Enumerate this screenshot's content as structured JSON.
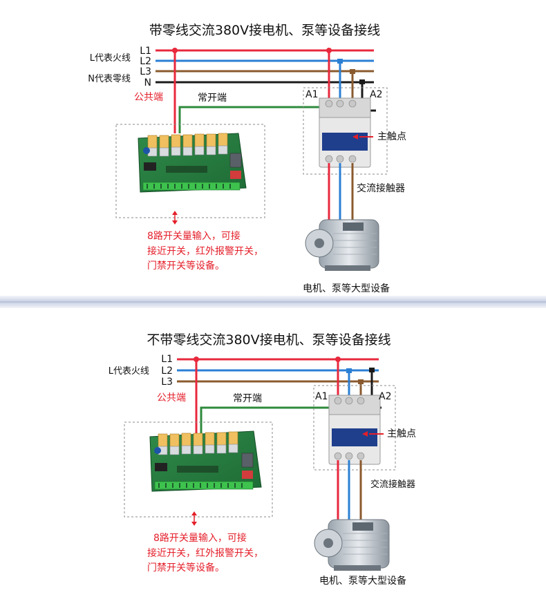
{
  "colors": {
    "L1": "#e8283c",
    "L2": "#2a7fd4",
    "L3": "#8a5a2e",
    "N": "#1a1a1a",
    "signal": "#2e8a3c",
    "annotation_red": "#e41f2a",
    "panel_top": "#ffffff",
    "band": "#c7cfe3"
  },
  "diagrams": [
    {
      "id": "with-neutral",
      "title": "带零线交流380V接电机、泵等设备接线",
      "lines": [
        {
          "label": "L1",
          "color_key": "L1"
        },
        {
          "label": "L2",
          "color_key": "L2"
        },
        {
          "label": "L3",
          "color_key": "L3"
        },
        {
          "label": "N",
          "color_key": "N"
        }
      ],
      "side_labels": [
        "L代表火线",
        "N代表零线"
      ],
      "common_label": "公共端",
      "normally_open_label": "常开端",
      "coil_labels": [
        "A1",
        "A2"
      ],
      "main_contact_label": "主触点",
      "contactor_label": "交流接触器",
      "motor_label": "电机、泵等大型设备",
      "note_lines": [
        "8路开关量输入，可接",
        "接近开关，红外报警开关，",
        "门禁开关等设备。"
      ]
    },
    {
      "id": "without-neutral",
      "title": "不带零线交流380V接电机、泵等设备接线",
      "lines": [
        {
          "label": "L1",
          "color_key": "L1"
        },
        {
          "label": "L2",
          "color_key": "L2"
        },
        {
          "label": "L3",
          "color_key": "L3"
        }
      ],
      "side_labels": [
        "L代表火线"
      ],
      "common_label": "公共端",
      "normally_open_label": "常开端",
      "coil_labels": [
        "A1",
        "A2"
      ],
      "main_contact_label": "主触点",
      "contactor_label": "交流接触器",
      "motor_label": "电机、泵等大型设备",
      "note_lines": [
        "8路开关量输入，可接",
        "接近开关，红外报警开关，",
        "门禁开关等设备。"
      ]
    }
  ]
}
